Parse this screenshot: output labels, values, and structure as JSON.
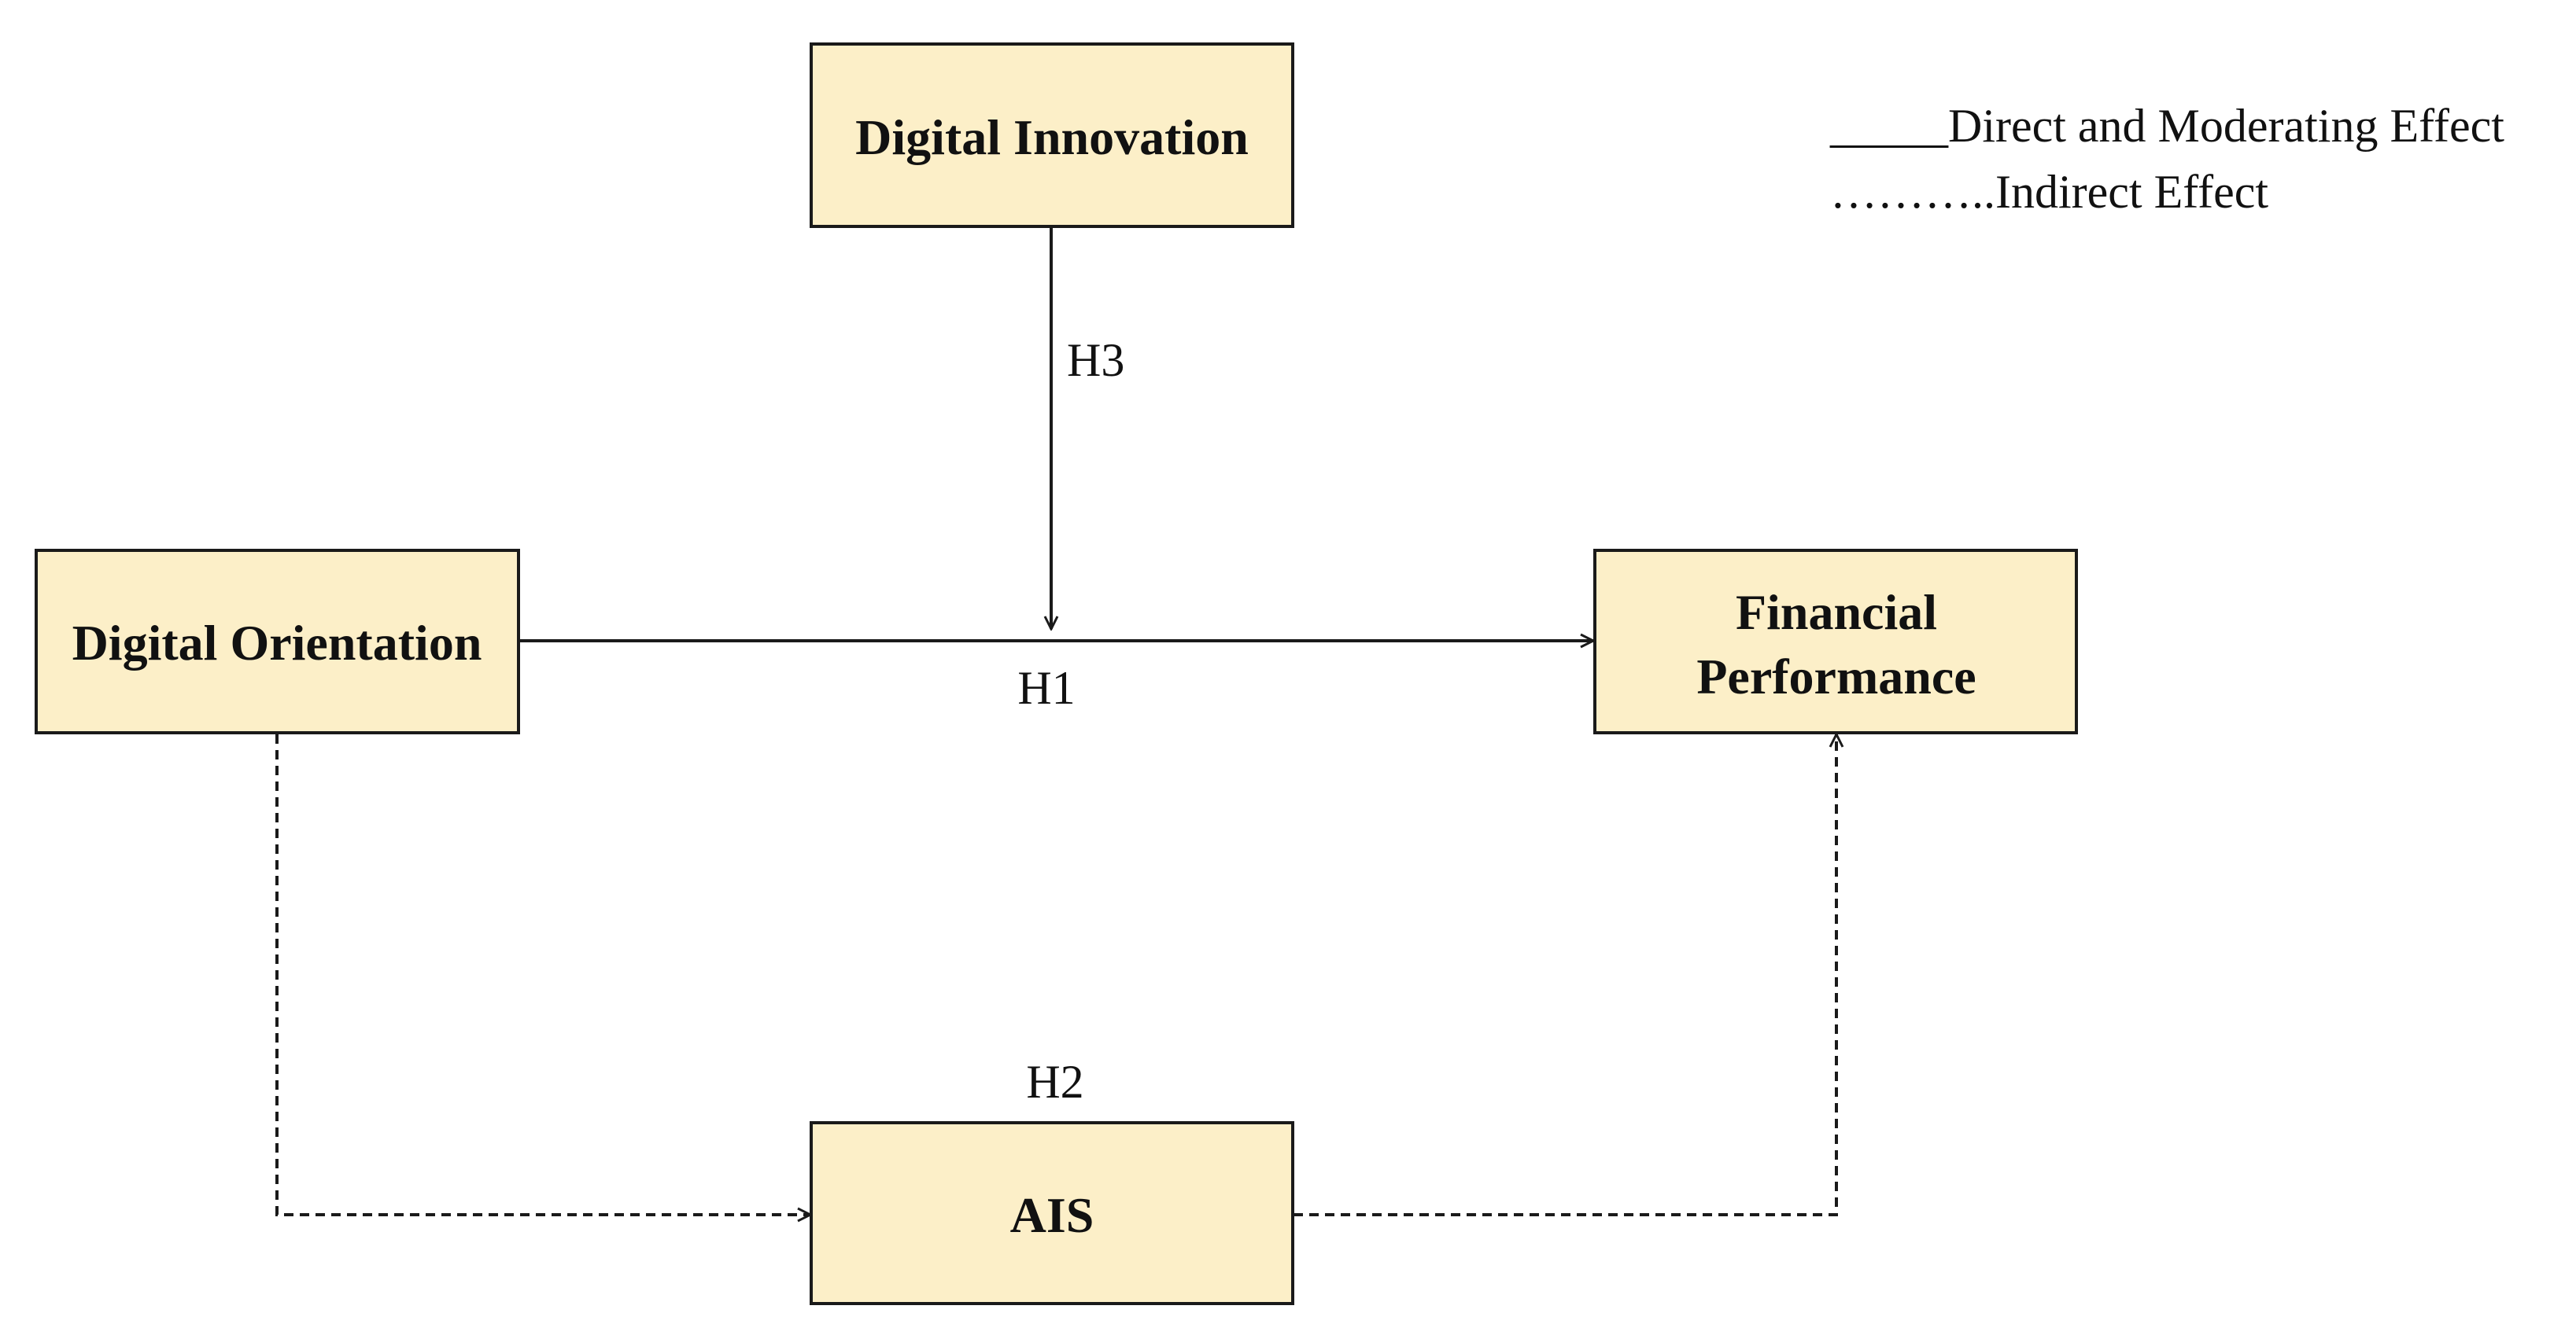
{
  "nodes": {
    "digital_innovation": {
      "lines": [
        "Digital Innovation"
      ]
    },
    "digital_orientation": {
      "lines": [
        "Digital Orientation"
      ]
    },
    "financial_performance": {
      "lines": [
        "Financial",
        "Performance"
      ]
    },
    "ais": {
      "lines": [
        "AIS"
      ]
    }
  },
  "hypotheses": {
    "h1": "H1",
    "h2": "H2",
    "h3": "H3"
  },
  "legend": {
    "direct": "_____Direct and Moderating Effect",
    "indirect": "………..Indirect Effect"
  },
  "colors": {
    "box_fill": "#fcefc8",
    "stroke": "#1a1a1a"
  }
}
